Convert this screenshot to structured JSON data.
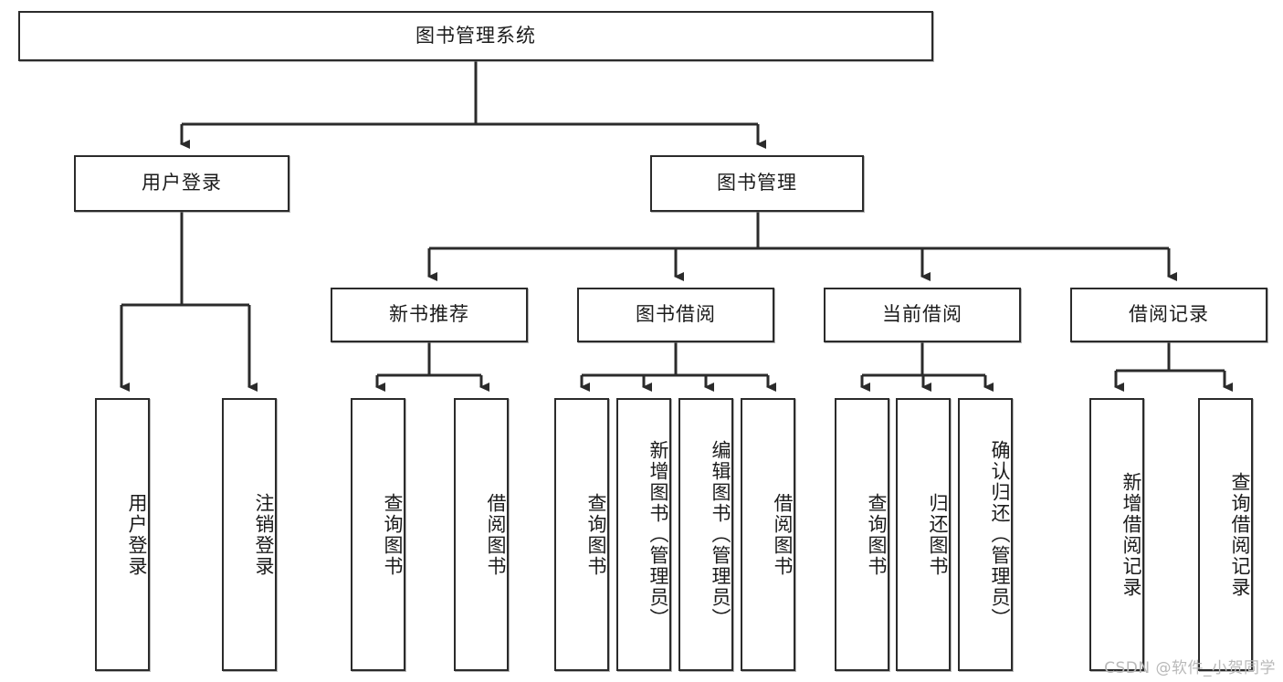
{
  "diagram": {
    "title": "图书管理系统",
    "type": "tree-hierarchy-diagram",
    "colors": {
      "line": "#2b2b2b",
      "box_border": "#2b2b2b",
      "box_fill": "#ffffff",
      "text": "#1b1b1b",
      "watermark": "#b9b9b9"
    },
    "root": {
      "label": "图书管理系统"
    },
    "level2": [
      {
        "label": "用户登录"
      },
      {
        "label": "图书管理"
      }
    ],
    "level3": [
      {
        "label": "新书推荐"
      },
      {
        "label": "图书借阅"
      },
      {
        "label": "当前借阅"
      },
      {
        "label": "借阅记录"
      }
    ],
    "leaves": {
      "user_login": [
        {
          "label": "用户登录"
        },
        {
          "label": "注销登录"
        }
      ],
      "new_book_recommend": [
        {
          "label": "查询图书"
        },
        {
          "label": "借阅图书"
        }
      ],
      "book_borrow": [
        {
          "label": "查询图书"
        },
        {
          "label": "新增图书（管理员）"
        },
        {
          "label": "编辑图书（管理员）"
        },
        {
          "label": "借阅图书"
        }
      ],
      "current_borrow": [
        {
          "label": "查询图书"
        },
        {
          "label": "归还图书"
        },
        {
          "label": "确认归还（管理员）"
        }
      ],
      "borrow_record": [
        {
          "label": "新增借阅记录"
        },
        {
          "label": "查询借阅记录"
        }
      ]
    }
  },
  "watermark": {
    "text": "CSDN @软件_小贺同学"
  }
}
